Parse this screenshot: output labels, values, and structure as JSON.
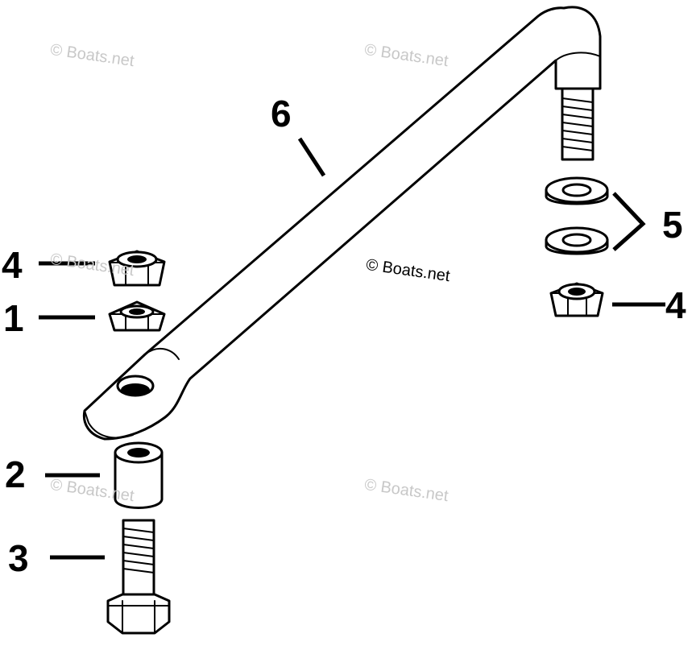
{
  "watermark": "© Boats.net",
  "callouts": {
    "c1": "1",
    "c2": "2",
    "c3": "3",
    "c4_left": "4",
    "c4_right": "4",
    "c5": "5",
    "c6": "6"
  }
}
